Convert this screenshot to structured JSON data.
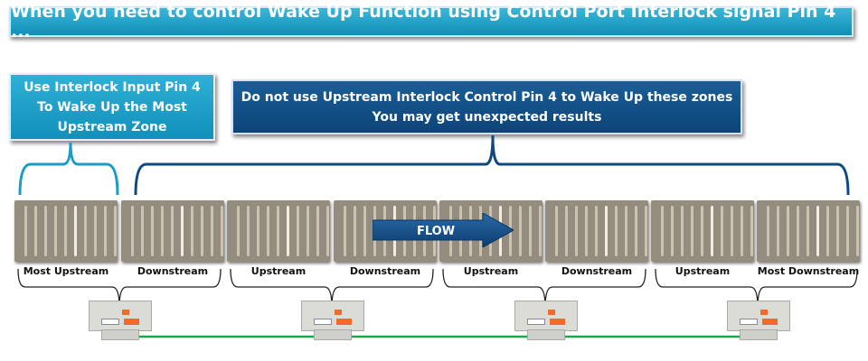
{
  "title": "When you need to control Wake Up Function using Control Port Interlock signal Pin 4 ...",
  "left_callout": {
    "lines": [
      "Use Interlock Input Pin 4",
      "To Wake Up the Most",
      "Upstream Zone"
    ]
  },
  "right_callout": {
    "lines": [
      "Do not use Upstream Interlock Control Pin 4 to Wake Up these zones",
      "You may get unexpected results"
    ]
  },
  "flow_label": "FLOW",
  "zones": [
    "Most Upstream",
    "Downstream",
    "Upstream",
    "Downstream",
    "Upstream",
    "Downstream",
    "Upstream",
    "Most Downstream"
  ],
  "colors": {
    "teal": "#1a9cc4",
    "navy": "#0e4a80",
    "roller": "#958c80",
    "cable": "#1aa84a"
  }
}
